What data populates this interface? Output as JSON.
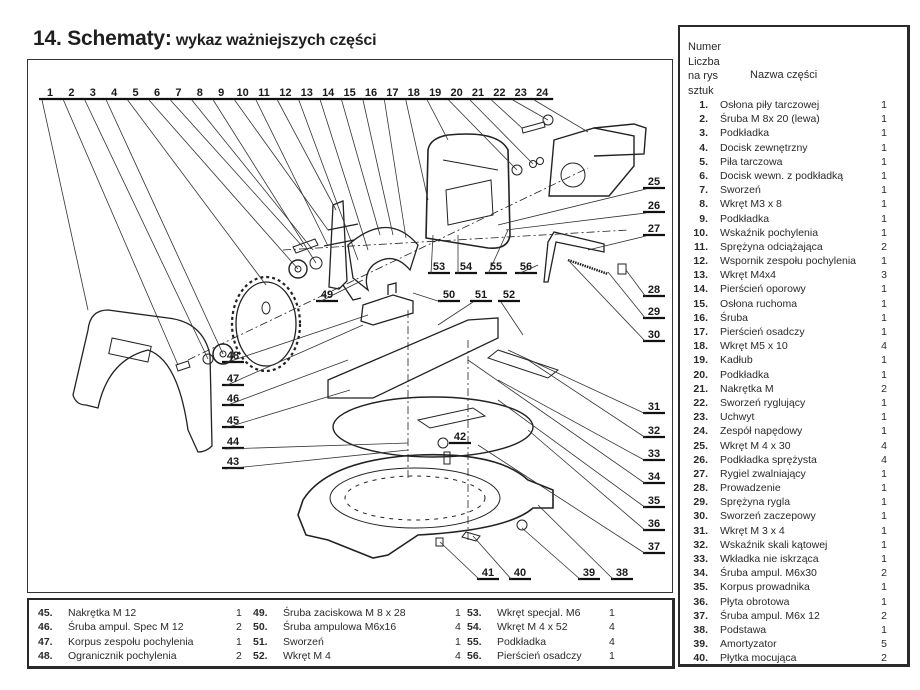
{
  "title": {
    "main": "14. Schematy:",
    "sub": "wykaz ważniejszych części"
  },
  "parts_list_header": {
    "col1_line1": "Numer",
    "col1_line2": "Liczba",
    "col1_line3": "na rys",
    "col1_line4": "sztuk",
    "name_header": "Nazwa części"
  },
  "parts_right": [
    {
      "num": "1.",
      "name": "Osłona piły tarczowej",
      "qty": "1"
    },
    {
      "num": "2.",
      "name": "Śruba M 8x 20 (lewa)",
      "qty": "1"
    },
    {
      "num": "3.",
      "name": "Podkładka",
      "qty": "1"
    },
    {
      "num": "4.",
      "name": "Docisk zewnętrzny",
      "qty": "1"
    },
    {
      "num": "5.",
      "name": "Piła tarczowa",
      "qty": "1"
    },
    {
      "num": "6.",
      "name": "Docisk wewn. z podkładką",
      "qty": "1"
    },
    {
      "num": "7.",
      "name": "Sworzeń",
      "qty": "1"
    },
    {
      "num": "8.",
      "name": "Wkręt M3 x 8",
      "qty": "1"
    },
    {
      "num": "9.",
      "name": "Podkładka",
      "qty": "1"
    },
    {
      "num": "10.",
      "name": "Wskaźnik pochylenia",
      "qty": "1"
    },
    {
      "num": "11.",
      "name": "Sprężyna odciążająca",
      "qty": "2"
    },
    {
      "num": "12.",
      "name": "Wspornik zespołu pochylenia",
      "qty": "1"
    },
    {
      "num": "13.",
      "name": "Wkręt M4x4",
      "qty": "3"
    },
    {
      "num": "14.",
      "name": "Pierścień oporowy",
      "qty": "1"
    },
    {
      "num": "15.",
      "name": "Osłona ruchoma",
      "qty": "1"
    },
    {
      "num": "16.",
      "name": "Śruba",
      "qty": "1"
    },
    {
      "num": "17.",
      "name": "Pierścień osadczy",
      "qty": "1"
    },
    {
      "num": "18.",
      "name": "Wkręt M5 x 10",
      "qty": "4"
    },
    {
      "num": "19.",
      "name": "Kadłub",
      "qty": "1"
    },
    {
      "num": "20.",
      "name": "Podkładka",
      "qty": "1"
    },
    {
      "num": "21.",
      "name": "Nakrętka M",
      "qty": "2"
    },
    {
      "num": "22.",
      "name": "Sworzeń ryglujący",
      "qty": "1"
    },
    {
      "num": "23.",
      "name": "Uchwyt",
      "qty": "1"
    },
    {
      "num": "24.",
      "name": "Zespół napędowy",
      "qty": "1"
    },
    {
      "num": "25.",
      "name": "Wkręt M 4 x 30",
      "qty": "4"
    },
    {
      "num": "26.",
      "name": "Podkładka sprężysta",
      "qty": "4"
    },
    {
      "num": "27.",
      "name": "Rygiel zwalniający",
      "qty": "1"
    },
    {
      "num": "28.",
      "name": "Prowadzenie",
      "qty": "1"
    },
    {
      "num": "29.",
      "name": "Sprężyna rygla",
      "qty": "1"
    },
    {
      "num": "30.",
      "name": "Sworzeń zaczepowy",
      "qty": "1"
    },
    {
      "num": "31.",
      "name": "Wkręt M 3 x 4",
      "qty": "1"
    },
    {
      "num": "32.",
      "name": "Wskaźnik skali kątowej",
      "qty": "1"
    },
    {
      "num": "33.",
      "name": "Wkładka nie iskrząca",
      "qty": "1"
    },
    {
      "num": "34.",
      "name": "Śruba ampul. M6x30",
      "qty": "2"
    },
    {
      "num": "35.",
      "name": "Korpus prowadnika",
      "qty": "1"
    },
    {
      "num": "36.",
      "name": "Płyta obrotowa",
      "qty": "1"
    },
    {
      "num": "37.",
      "name": "Śruba ampul. M6x 12",
      "qty": "2"
    },
    {
      "num": "38.",
      "name": "Podstawa",
      "qty": "1"
    },
    {
      "num": "39.",
      "name": "Amortyzator",
      "qty": "5"
    },
    {
      "num": "40.",
      "name": "Płytka mocująca",
      "qty": "2"
    }
  ],
  "parts_bottom": [
    [
      {
        "num": "45.",
        "name": "Nakrętka M 12",
        "qty": "1"
      },
      {
        "num": "46.",
        "name": "Śruba ampul. Spec M 12",
        "qty": "2"
      },
      {
        "num": "47.",
        "name": "Korpus zespołu pochylenia",
        "qty": "1"
      },
      {
        "num": "48.",
        "name": "Ogranicznik pochylenia",
        "qty": "2"
      }
    ],
    [
      {
        "num": "49.",
        "name": "Śruba zaciskowa M 8 x 28",
        "qty": "1"
      },
      {
        "num": "50.",
        "name": "Śruba ampulowa M6x16",
        "qty": "4"
      },
      {
        "num": "51.",
        "name": "Sworzeń",
        "qty": "1"
      },
      {
        "num": "52.",
        "name": "Wkręt M 4",
        "qty": "4"
      }
    ],
    [
      {
        "num": "53.",
        "name": "Wkręt specjal. M6",
        "qty": "1"
      },
      {
        "num": "54.",
        "name": "Wkręt M 4 x 52",
        "qty": "4"
      },
      {
        "num": "55.",
        "name": "Podkładka",
        "qty": "4"
      },
      {
        "num": "56.",
        "name": "Pierścień osadczy",
        "qty": "1"
      }
    ]
  ],
  "diagram": {
    "top_callouts": [
      "1",
      "2",
      "3",
      "4",
      "5",
      "6",
      "7",
      "8",
      "9",
      "10",
      "11",
      "12",
      "13",
      "14",
      "15",
      "16",
      "17",
      "18",
      "19",
      "20",
      "21",
      "22",
      "23",
      "24"
    ],
    "right_callouts": [
      "25",
      "26",
      "27",
      "28",
      "29",
      "30",
      "31",
      "32",
      "33",
      "34",
      "35",
      "36",
      "37"
    ],
    "bottom_callouts": [
      "41",
      "40",
      "39",
      "38"
    ],
    "left_callouts": [
      "48",
      "47",
      "46",
      "45",
      "44",
      "43"
    ],
    "mid_callouts": [
      "49",
      "50",
      "51",
      "52",
      "53",
      "54",
      "55",
      "56",
      "42"
    ]
  }
}
